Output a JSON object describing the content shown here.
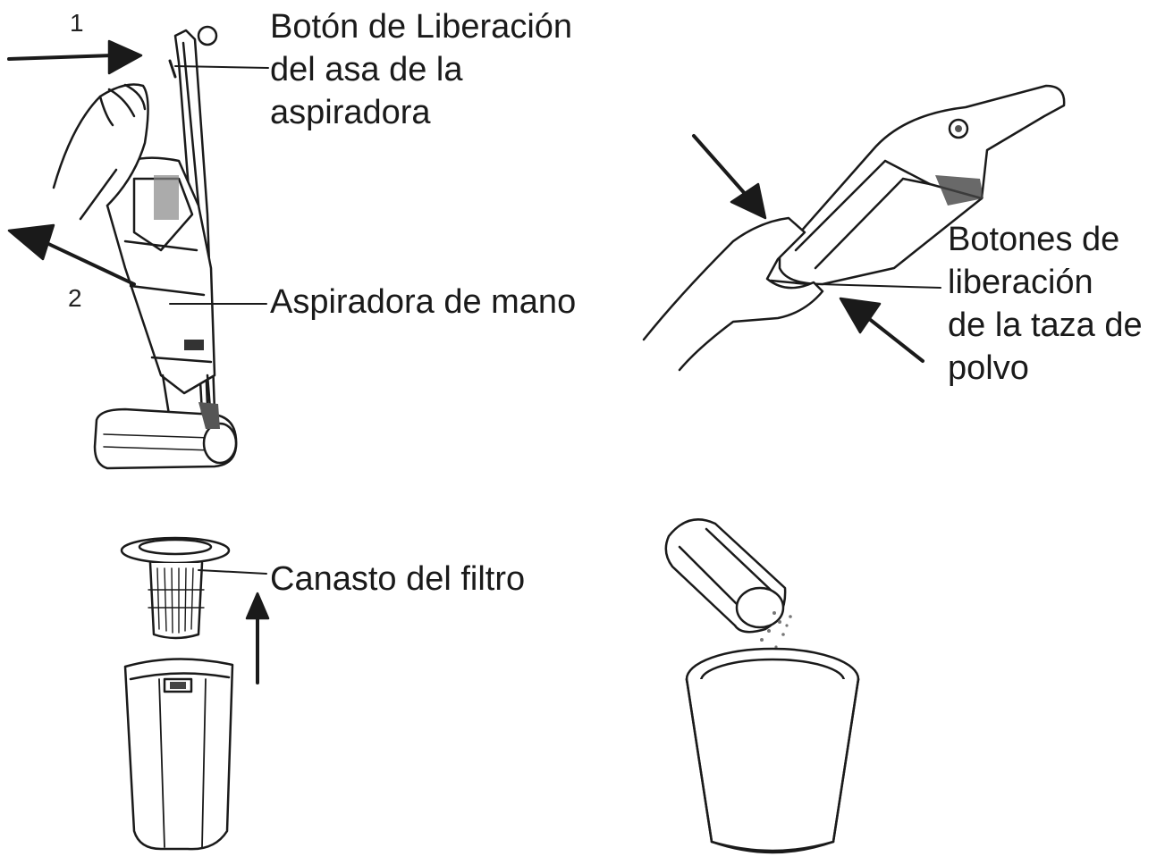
{
  "step_numbers": {
    "one": "1",
    "two": "2"
  },
  "labels": {
    "handle_release": [
      "Botón de Liberación",
      "del asa de la",
      "aspiradora"
    ],
    "handheld": [
      "Aspiradora de mano"
    ],
    "cup_release": [
      "Botones de",
      "liberación",
      "de la taza de",
      "polvo"
    ],
    "filter_basket": [
      "Canasto del filtro"
    ]
  },
  "colors": {
    "line": "#1a1a1a",
    "fill": "#ffffff",
    "shade": "#555555"
  }
}
